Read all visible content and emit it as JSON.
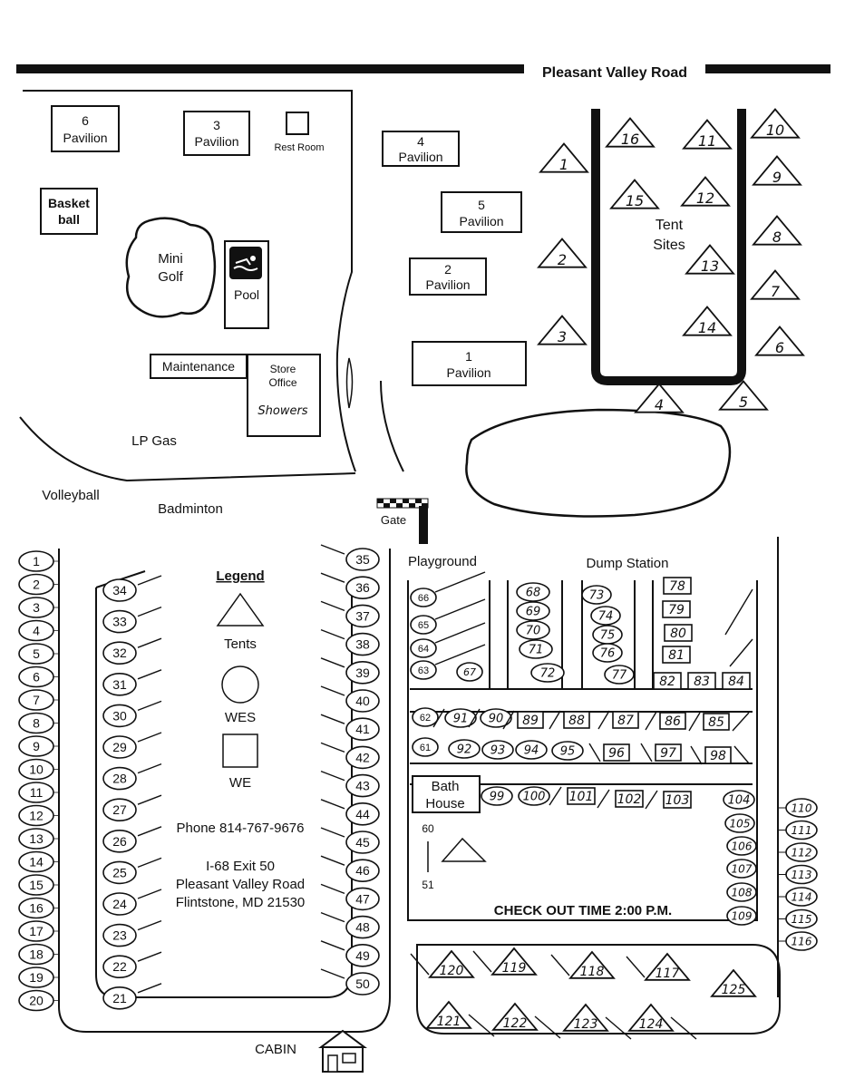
{
  "road": "Pleasant Valley Road",
  "facilities": {
    "pav6": [
      "6",
      "Pavilion"
    ],
    "pav3": [
      "3",
      "Pavilion"
    ],
    "rest_room": "Rest Room",
    "pav4": [
      "4",
      "Pavilion"
    ],
    "pav5": [
      "5",
      "Pavilion"
    ],
    "pav2": [
      "2",
      "Pavilion"
    ],
    "pav1": [
      "1",
      "Pavilion"
    ],
    "basketball": [
      "Basket",
      "ball"
    ],
    "mini_golf": [
      "Mini",
      "Golf"
    ],
    "pool": "Pool",
    "maintenance": "Maintenance",
    "store_office": [
      "Store",
      "Office"
    ],
    "showers": "Showers",
    "lp_gas": "LP Gas",
    "volleyball": "Volleyball",
    "badminton": "Badminton",
    "gate": "Gate",
    "playground": "Playground",
    "dump_station": "Dump Station",
    "tent_sites": [
      "Tent",
      "Sites"
    ],
    "bath_house": [
      "Bath",
      "House"
    ],
    "cabin": "CABIN",
    "range_top": "60",
    "range_bottom": "51"
  },
  "legend": {
    "title": "Legend",
    "tents": "Tents",
    "wes": "WES",
    "we": "WE"
  },
  "info": {
    "phone": "Phone 814-767-9676",
    "address": [
      "I-68 Exit 50",
      "Pleasant Valley Road",
      "Flintstone, MD 21530"
    ],
    "checkout": "CHECK OUT TIME 2:00 P.M."
  },
  "sites": {
    "left_column": [
      "1",
      "2",
      "3",
      "4",
      "5",
      "6",
      "7",
      "8",
      "9",
      "10",
      "11",
      "12",
      "13",
      "14",
      "15",
      "16",
      "17",
      "18",
      "19",
      "20"
    ],
    "inner_left": [
      "34",
      "33",
      "32",
      "31",
      "30",
      "29",
      "28",
      "27",
      "26",
      "25",
      "24",
      "23",
      "22",
      "21"
    ],
    "inner_right": [
      "35",
      "36",
      "37",
      "38",
      "39",
      "40",
      "41",
      "42",
      "43",
      "44",
      "45",
      "46",
      "47",
      "48",
      "49",
      "50"
    ],
    "tents_top": [
      "1",
      "2",
      "3",
      "4",
      "5",
      "6",
      "7",
      "8",
      "9",
      "10",
      "11",
      "12",
      "13",
      "14",
      "15",
      "16"
    ],
    "playground_rows": [
      "66",
      "65",
      "64",
      "63",
      "67"
    ],
    "row_a_col1": [
      "68",
      "69",
      "70",
      "71",
      "72"
    ],
    "row_a_col2": [
      "73",
      "74",
      "75",
      "76",
      "77"
    ],
    "row_a_col3": [
      "78",
      "79",
      "80",
      "81",
      "82",
      "83",
      "84"
    ],
    "row_b": [
      "62",
      "91",
      "90",
      "89",
      "88",
      "87",
      "86",
      "85"
    ],
    "row_c": [
      "61",
      "92",
      "93",
      "94",
      "95",
      "96",
      "97",
      "98"
    ],
    "row_d": [
      "99",
      "100",
      "101",
      "102",
      "103",
      "104"
    ],
    "right_stack": [
      "105",
      "106",
      "107",
      "108",
      "109"
    ],
    "far_right": [
      "110",
      "111",
      "112",
      "113",
      "114",
      "115",
      "116"
    ],
    "bottom_tents": [
      "120",
      "119",
      "118",
      "117",
      "125",
      "121",
      "122",
      "123",
      "124"
    ]
  },
  "colors": {
    "ink": "#111111",
    "paper": "#ffffff"
  }
}
